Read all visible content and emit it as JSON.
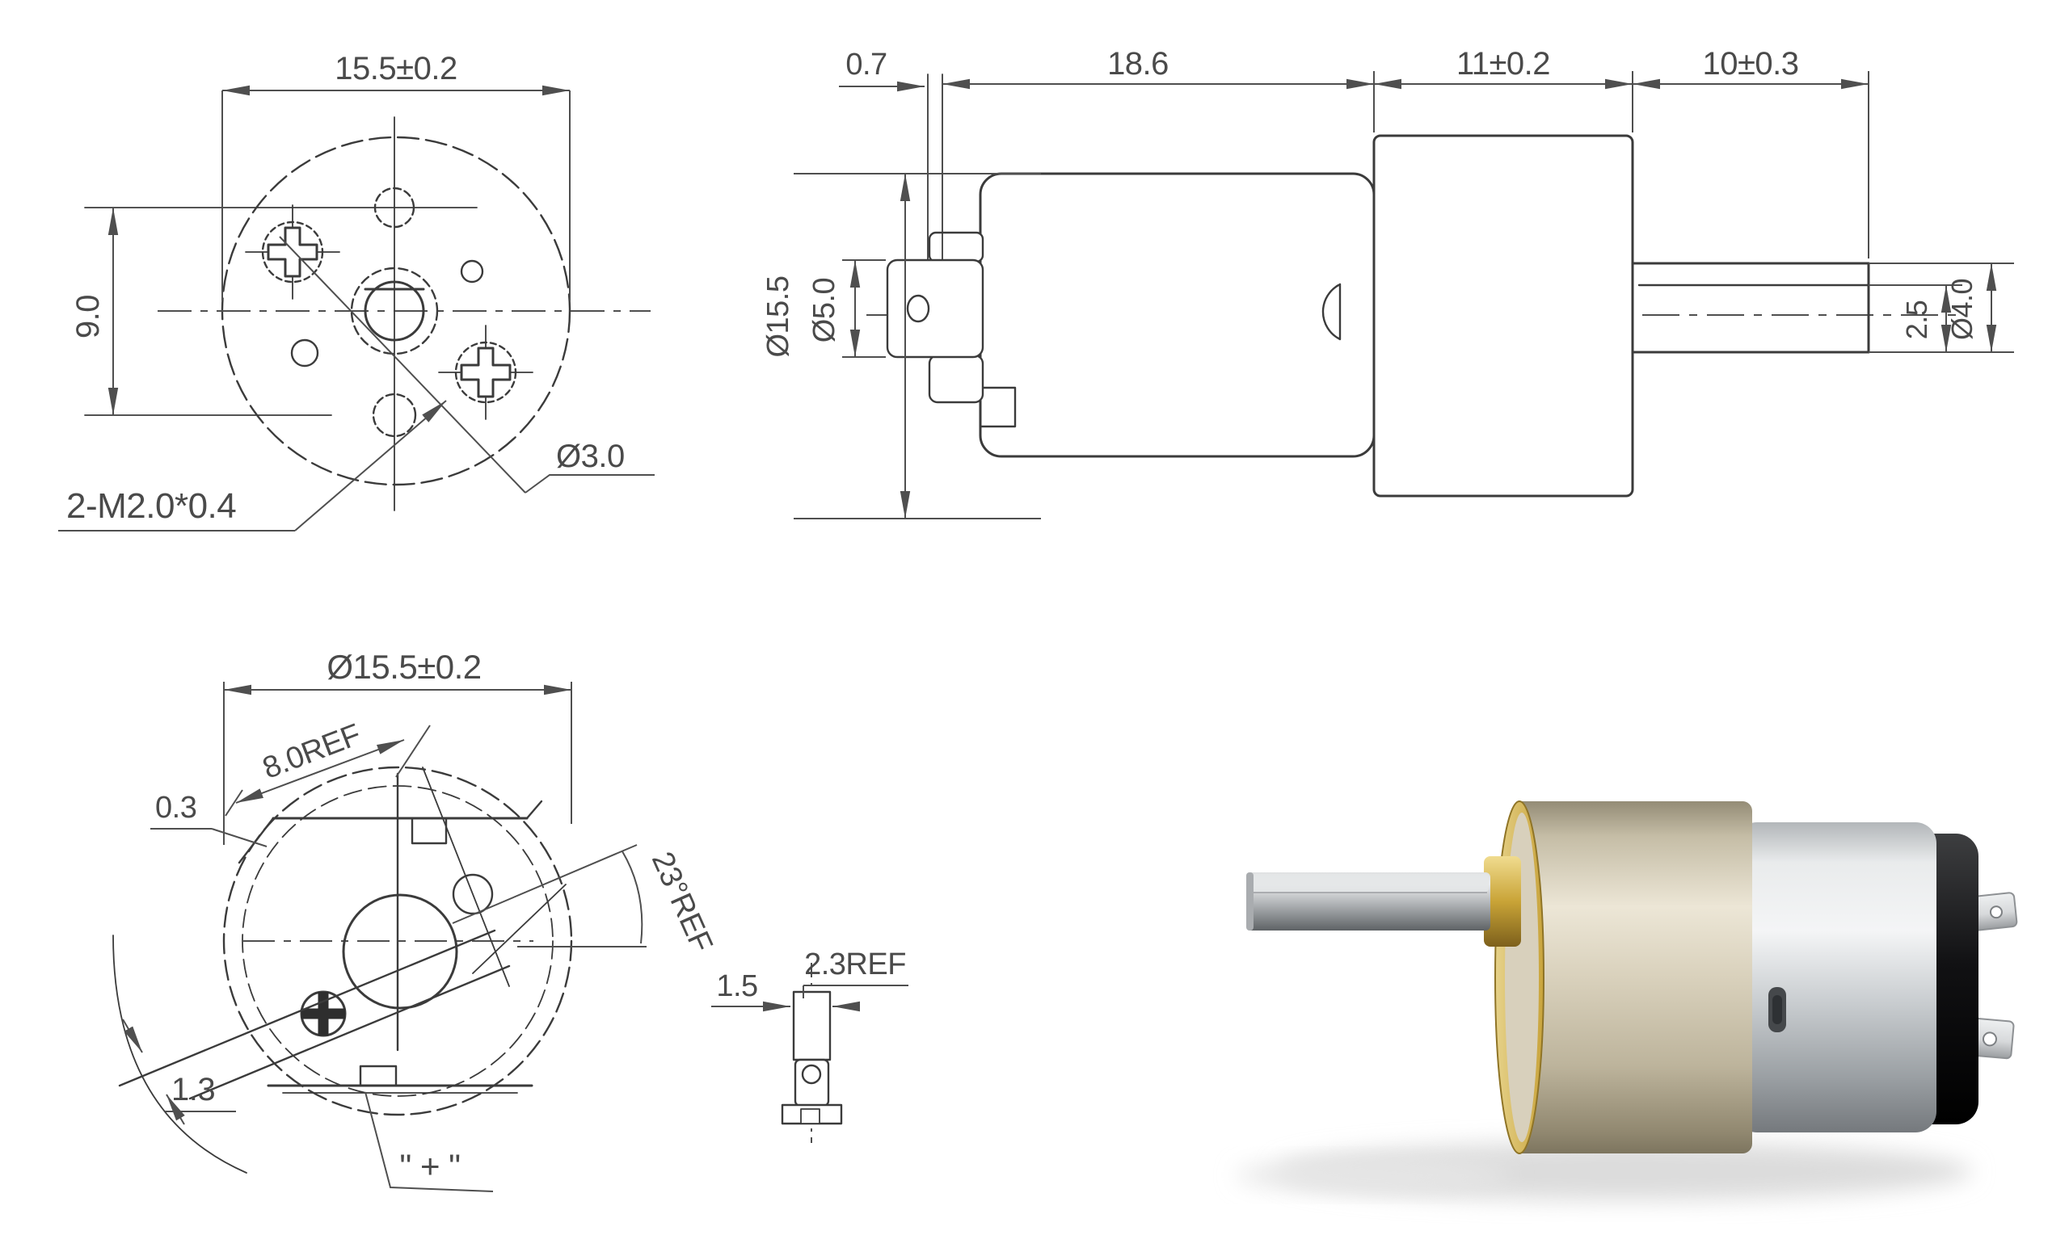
{
  "front_view": {
    "dim_outer_width": "15.5±0.2",
    "dim_hole_spacing": "9.0",
    "label_hole_diameter": "Ø3.0",
    "label_mounting_screws": "2-M2.0*0.4"
  },
  "side_view": {
    "dim_terminal_thickness": "0.7",
    "dim_motor_length": "18.6",
    "dim_gearbox_length": "11±0.2",
    "dim_shaft_length": "10±0.3",
    "dim_body_diameter": "Ø15.5",
    "dim_rear_boss_diameter": "Ø5.0",
    "dim_shaft_flat": "2.5",
    "dim_shaft_diameter": "Ø4.0"
  },
  "gear_face_view": {
    "dim_outer_diameter": "Ø15.5±0.2",
    "dim_ref_length": "8.0REF",
    "dim_edge_offset": "0.3",
    "dim_angle_ref": "23°REF",
    "dim_tab_width": "1.3",
    "label_polarity": "\" + \""
  },
  "terminal_detail_view": {
    "dim_terminal_width": "1.5",
    "dim_terminal_ref": "2.3REF"
  },
  "drawing_colors": {
    "ink": "#3b3b3b",
    "dimension": "#4f4f4f"
  },
  "photo": {
    "colors": {
      "shaft_steel": "#b7babd",
      "brass_collar": "#c9a437",
      "gearbox_champagne": "#d9d1bc",
      "gearbox_rim_gold": "#c9a43c",
      "motor_silver": "#c9cdd0",
      "end_cap_black": "#111113",
      "terminal_metal": "#d7d9db",
      "vent_slot": "#45484b",
      "shadow": "#dcdcdc"
    }
  }
}
